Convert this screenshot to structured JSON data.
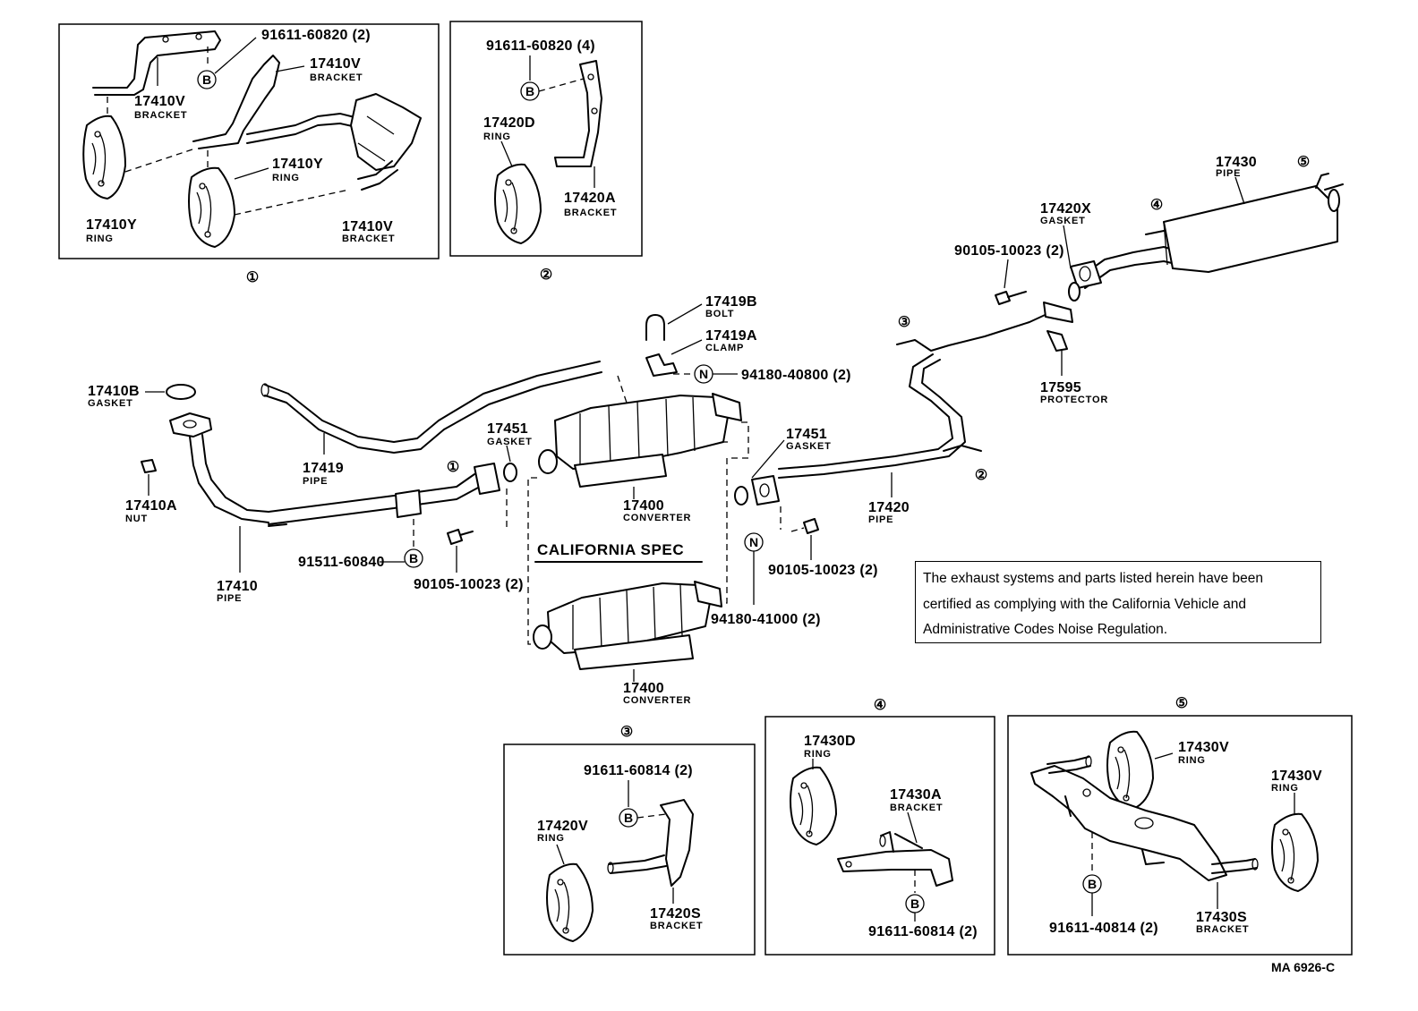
{
  "sections": {
    "s1": "①",
    "s2": "②",
    "s3": "③",
    "s4": "④",
    "s5": "⑤"
  },
  "circles": {
    "b": "B",
    "n": "N"
  },
  "parts": {
    "p_91611_60820_2": "91611-60820 (2)",
    "p_17410V_a": "17410V",
    "n_bracket_a": "BRACKET",
    "p_17410V_b": "17410V",
    "n_bracket_b": "BRACKET",
    "p_17410Y_a": "17410Y",
    "n_ring_a": "RING",
    "p_17410Y_b": "17410Y",
    "n_ring_b": "RING",
    "p_17410V_c": "17410V",
    "n_bracket_c": "BRACKET",
    "p_91611_60820_4": "91611-60820 (4)",
    "p_17420D": "17420D",
    "n_ring_d": "RING",
    "p_17420A": "17420A",
    "n_bracket_d": "BRACKET",
    "p_17430": "17430",
    "n_pipe_a": "PIPE",
    "p_17420X": "17420X",
    "n_gasket_a": "GASKET",
    "p_90105_a": "90105-10023 (2)",
    "p_17595": "17595",
    "n_protector": "PROTECTOR",
    "p_17419B": "17419B",
    "n_bolt": "BOLT",
    "p_17419A": "17419A",
    "n_clamp": "CLAMP",
    "p_94180_40800": "94180-40800 (2)",
    "p_17410B": "17410B",
    "n_gasket_b": "GASKET",
    "p_17410A": "17410A",
    "n_nut": "NUT",
    "p_17419": "17419",
    "n_pipe_b": "PIPE",
    "p_17451_a": "17451",
    "n_gasket_c": "GASKET",
    "p_17451_b": "17451",
    "n_gasket_d": "GASKET",
    "p_17400_a": "17400",
    "n_converter_a": "CONVERTER",
    "p_17420": "17420",
    "n_pipe_c": "PIPE",
    "p_17410": "17410",
    "n_pipe_d": "PIPE",
    "p_91511": "91511-60840",
    "p_90105_b": "90105-10023 (2)",
    "p_90105_c": "90105-10023 (2)",
    "p_94180_41000": "94180-41000 (2)",
    "california": "CALIFORNIA  SPEC",
    "p_17400_b": "17400",
    "n_converter_b": "CONVERTER",
    "p_91611_60814_a": "91611-60814 (2)",
    "p_17420V": "17420V",
    "n_ring_e": "RING",
    "p_17420S": "17420S",
    "n_bracket_e": "BRACKET",
    "p_17430D": "17430D",
    "n_ring_f": "RING",
    "p_17430A": "17430A",
    "n_bracket_f": "BRACKET",
    "p_91611_60814_b": "91611-60814 (2)",
    "p_17430V_a": "17430V",
    "n_ring_g": "RING",
    "p_17430V_b": "17430V",
    "n_ring_h": "RING",
    "p_91611_40814": "91611-40814 (2)",
    "p_17430S": "17430S",
    "n_bracket_g": "BRACKET"
  },
  "note": {
    "line1": "The exhaust systems and parts listed herein have been",
    "line2": "certified as complying with the California Vehicle and",
    "line3": "Administrative Codes Noise Regulation."
  },
  "ref": "MA  6926-C"
}
